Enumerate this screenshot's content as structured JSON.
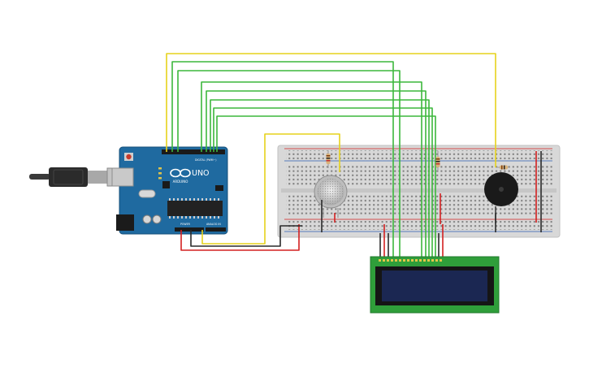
{
  "arduino": {
    "model": "UNO",
    "brand": "ARDUINO",
    "digital_label": "DIGITAL (PWM~)",
    "power_label": "POWER",
    "analog_label": "ANALOG IN"
  },
  "colors": {
    "board": "#1f6aa0",
    "breadboard": "#d8d8d8",
    "wire_green": "#3cb73c",
    "wire_yellow": "#e6d21c",
    "wire_red": "#d42020",
    "wire_black": "#2a2a2a",
    "lcd_pcb": "#2f9e3a",
    "lcd_screen": "#1b2752",
    "buzzer": "#1a1a1a",
    "gas_sensor": "#cfcfcf"
  },
  "components": [
    "usb-cable",
    "arduino-uno",
    "breadboard",
    "gas-sensor",
    "piezo-buzzer",
    "lcd-16x2",
    "resistor",
    "resistor",
    "resistor"
  ]
}
